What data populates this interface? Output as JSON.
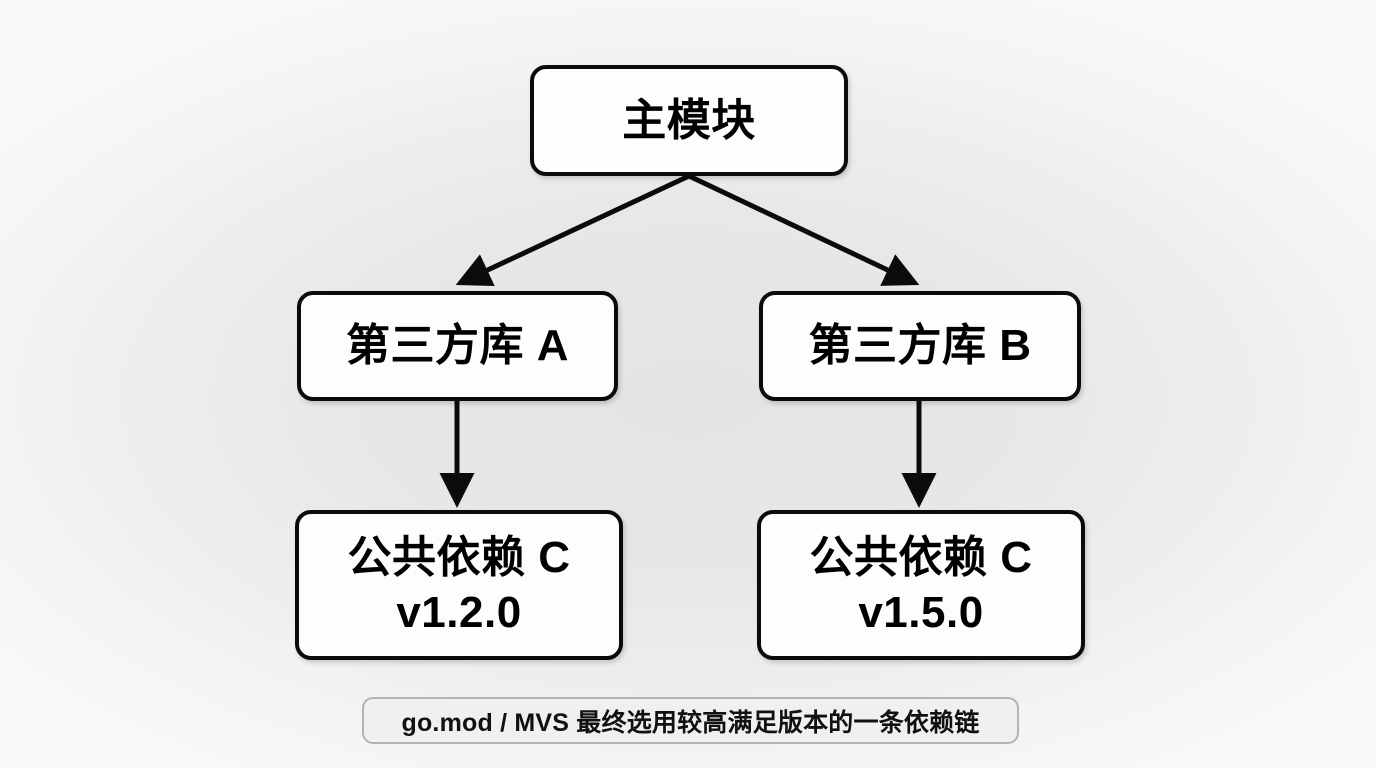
{
  "diagram": {
    "background_color": "#e6e6e6",
    "node_fill": "#fdfdfc",
    "node_stroke": "#0b0b0b",
    "edge_color": "#0b0b0b",
    "nodes": {
      "root": {
        "label": "主模块"
      },
      "lib_a": {
        "label": "第三方库 A"
      },
      "lib_b": {
        "label": "第三方库 B"
      },
      "dep_left": {
        "label": "公共依赖 C",
        "version": "v1.2.0"
      },
      "dep_right": {
        "label": "公共依赖 C",
        "version": "v1.5.0"
      }
    },
    "edges": [
      {
        "from": "root",
        "to": "lib_a",
        "arrow": "triangle"
      },
      {
        "from": "root",
        "to": "lib_b",
        "arrow": "triangle"
      },
      {
        "from": "lib_a",
        "to": "dep_left",
        "arrow": "triangle"
      },
      {
        "from": "lib_b",
        "to": "dep_right",
        "arrow": "triangle"
      }
    ],
    "caption": {
      "text": "go.mod / MVS 最终选用较高满足版本的一条依赖链"
    }
  }
}
